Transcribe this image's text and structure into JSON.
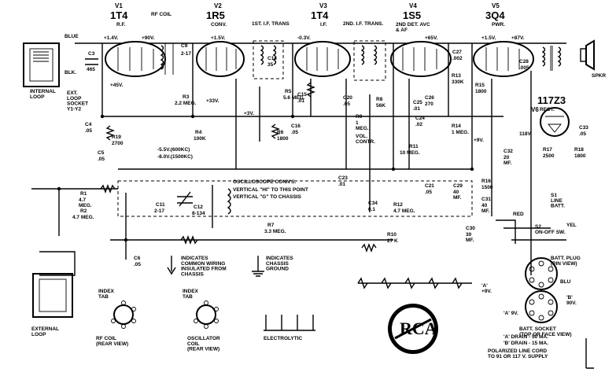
{
  "tubes": [
    {
      "ref": "V1",
      "type": "1T4",
      "func": "R.F."
    },
    {
      "ref": "V2",
      "type": "1R5",
      "func": "CONV."
    },
    {
      "ref": "V3",
      "type": "1T4",
      "func": "I.F."
    },
    {
      "ref": "V4",
      "type": "1S5",
      "func": "2ND DET. AVC\n& AF"
    },
    {
      "ref": "V5",
      "type": "3Q4",
      "func": "PWR."
    }
  ],
  "rectifier": {
    "type": "117Z3",
    "func": "RECT.",
    "ref": "V6"
  },
  "labels": {
    "rf_coil": "RF COIL",
    "if1": "1ST. I.F. TRANS",
    "if2": "2ND. I.F. TRANS.",
    "internal_loop": "INTERNAL\nLOOP",
    "ext_loop_socket": "EXT.\nLOOP\nSOCKET\nY1-Y2",
    "external_loop": "EXTERNAL\nLOOP",
    "scope": "OSCILLOSCOPE CONN'S.",
    "scope_hi": "VERTICAL \"HI\" TO THIS POINT",
    "scope_lo": "VERTICAL \"G\" TO CHASSIS",
    "legend_common": "INDICATES\nCOMMON WIRING\nINSULATED FROM\nCHASSIS",
    "legend_ground": "INDICATES\nCHASSIS\nGROUND",
    "rf_coil_view": "RF COIL\n(REAR VIEW)",
    "osc_coil_view": "OSCILLATOR\nCOIL\n(REAR VIEW)",
    "index_tab": "INDEX\nTAB",
    "electrolytic": "ELECTROLYTIC",
    "batt_plug": "BATT. PLUG\n(PIN VIEW)",
    "batt_socket": "BATT. SOCKET\n(TOP OR FACE VIEW)",
    "drain_a": "'A' DRAIN - 50 MA.",
    "drain_b": "'B' DRAIN - 15 MA.",
    "line_cord": "POLARIZED LINE CORD\nTO 91 OR 117 V. SUPPLY",
    "on_off": "S2\nON-OFF SW.",
    "line_batt": "S1\nLINE\nBATT.",
    "vol_contr": "VOL.\nCONTR.",
    "spkr": "SPKR",
    "a_plus": "'A'\n+9V.",
    "a_9v": "'A' 9V.",
    "b_90v": "'B'\n90V.",
    "v_118": "118V.",
    "osc_volt1": "-5.5V.(600KC)",
    "osc_volt2": "-8.0V.(1500KC)",
    "blue": "BLUE",
    "blk": "BLK.",
    "red": "RED",
    "yel": "YEL",
    "blu": "BLU"
  },
  "resistors": [
    {
      "ref": "R1",
      "value": "4.7\nMEG."
    },
    {
      "ref": "R2",
      "value": "4.7 MEG."
    },
    {
      "ref": "R3",
      "value": "2.2 MEG."
    },
    {
      "ref": "R4",
      "value": "100K"
    },
    {
      "ref": "R5",
      "value": "5.6 MEG."
    },
    {
      "ref": "R6",
      "value": "1800"
    },
    {
      "ref": "R7",
      "value": "3.3 MEG."
    },
    {
      "ref": "R8",
      "value": "56K"
    },
    {
      "ref": "R9",
      "value": "1\nMEG."
    },
    {
      "ref": "R10",
      "value": "27 K"
    },
    {
      "ref": "R11",
      "value": "10 MEG."
    },
    {
      "ref": "R12",
      "value": "4.7 MEG."
    },
    {
      "ref": "R13",
      "value": "330K"
    },
    {
      "ref": "R14",
      "value": "1 MEG."
    },
    {
      "ref": "R15",
      "value": "1800"
    },
    {
      "ref": "R16",
      "value": "1500"
    },
    {
      "ref": "R17",
      "value": "2500"
    },
    {
      "ref": "R18",
      "value": "1800"
    },
    {
      "ref": "R19",
      "value": "2700"
    }
  ],
  "capacitors": [
    {
      "ref": "C3",
      "value": "465"
    },
    {
      "ref": "C4",
      "value": ".05"
    },
    {
      "ref": "C5",
      "value": ".05"
    },
    {
      "ref": "C6",
      "value": ".05"
    },
    {
      "ref": "C9",
      "value": "2-17"
    },
    {
      "ref": "C11",
      "value": "2-17"
    },
    {
      "ref": "C12",
      "value": "8-134"
    },
    {
      "ref": "C14",
      "value": "35"
    },
    {
      "ref": "C15",
      "value": ".01"
    },
    {
      "ref": "C16",
      "value": ".05"
    },
    {
      "ref": "C20",
      "value": ".05"
    },
    {
      "ref": "C21",
      "value": ".05"
    },
    {
      "ref": "C23",
      "value": ".01"
    },
    {
      "ref": "C24",
      "value": ".02"
    },
    {
      "ref": "C25",
      "value": ".01"
    },
    {
      "ref": "C26",
      "value": "270"
    },
    {
      "ref": "C27",
      "value": ".002"
    },
    {
      "ref": "C28",
      "value": ".005"
    },
    {
      "ref": "C29",
      "value": "40\nMF."
    },
    {
      "ref": "C30",
      "value": "30\nMF."
    },
    {
      "ref": "C31",
      "value": "40\nMF."
    },
    {
      "ref": "C32",
      "value": "20\nMF."
    },
    {
      "ref": "C33",
      "value": ".05"
    },
    {
      "ref": "C34",
      "value": "0.1"
    }
  ],
  "voltages": [
    "+1.4V.",
    "+90V.",
    "+1.5V.",
    "-0.3V.",
    "+65V.",
    "+1.5V.",
    "+87V.",
    "+45V.",
    "+33V.",
    "+9V.",
    "+3V."
  ],
  "brand": "RCA"
}
